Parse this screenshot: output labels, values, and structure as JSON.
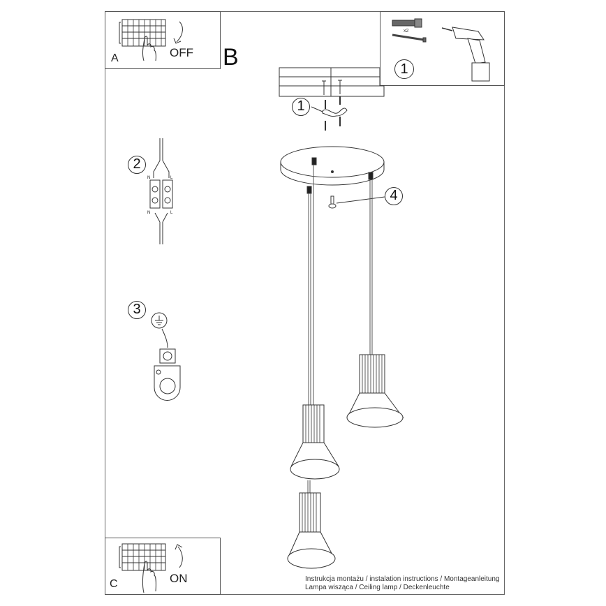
{
  "panels": {
    "a": {
      "letter": "A",
      "action": "OFF"
    },
    "b": {
      "letter": "B"
    },
    "c": {
      "letter": "C",
      "action": "ON"
    }
  },
  "tools_panel": {
    "step": "1",
    "quantity": "x2",
    "items": [
      "wall-plug-icon",
      "screw-icon",
      "drill-icon"
    ]
  },
  "steps": {
    "mount_bracket": "1",
    "wiring": "2",
    "grounding": "3",
    "fix_screw": "4"
  },
  "wiring": {
    "top_left": "N",
    "top_right": "L",
    "bottom_left": "N",
    "bottom_right": "L"
  },
  "lamp": {
    "pendant_count": 3,
    "cord_color": "#555555",
    "line_color": "#333333"
  },
  "footer": {
    "line1": "Instrukcja montażu / instalation instructions / Montageanleitung",
    "line2": "Lampa wisząca / Ceiling lamp / Deckenleuchte"
  }
}
